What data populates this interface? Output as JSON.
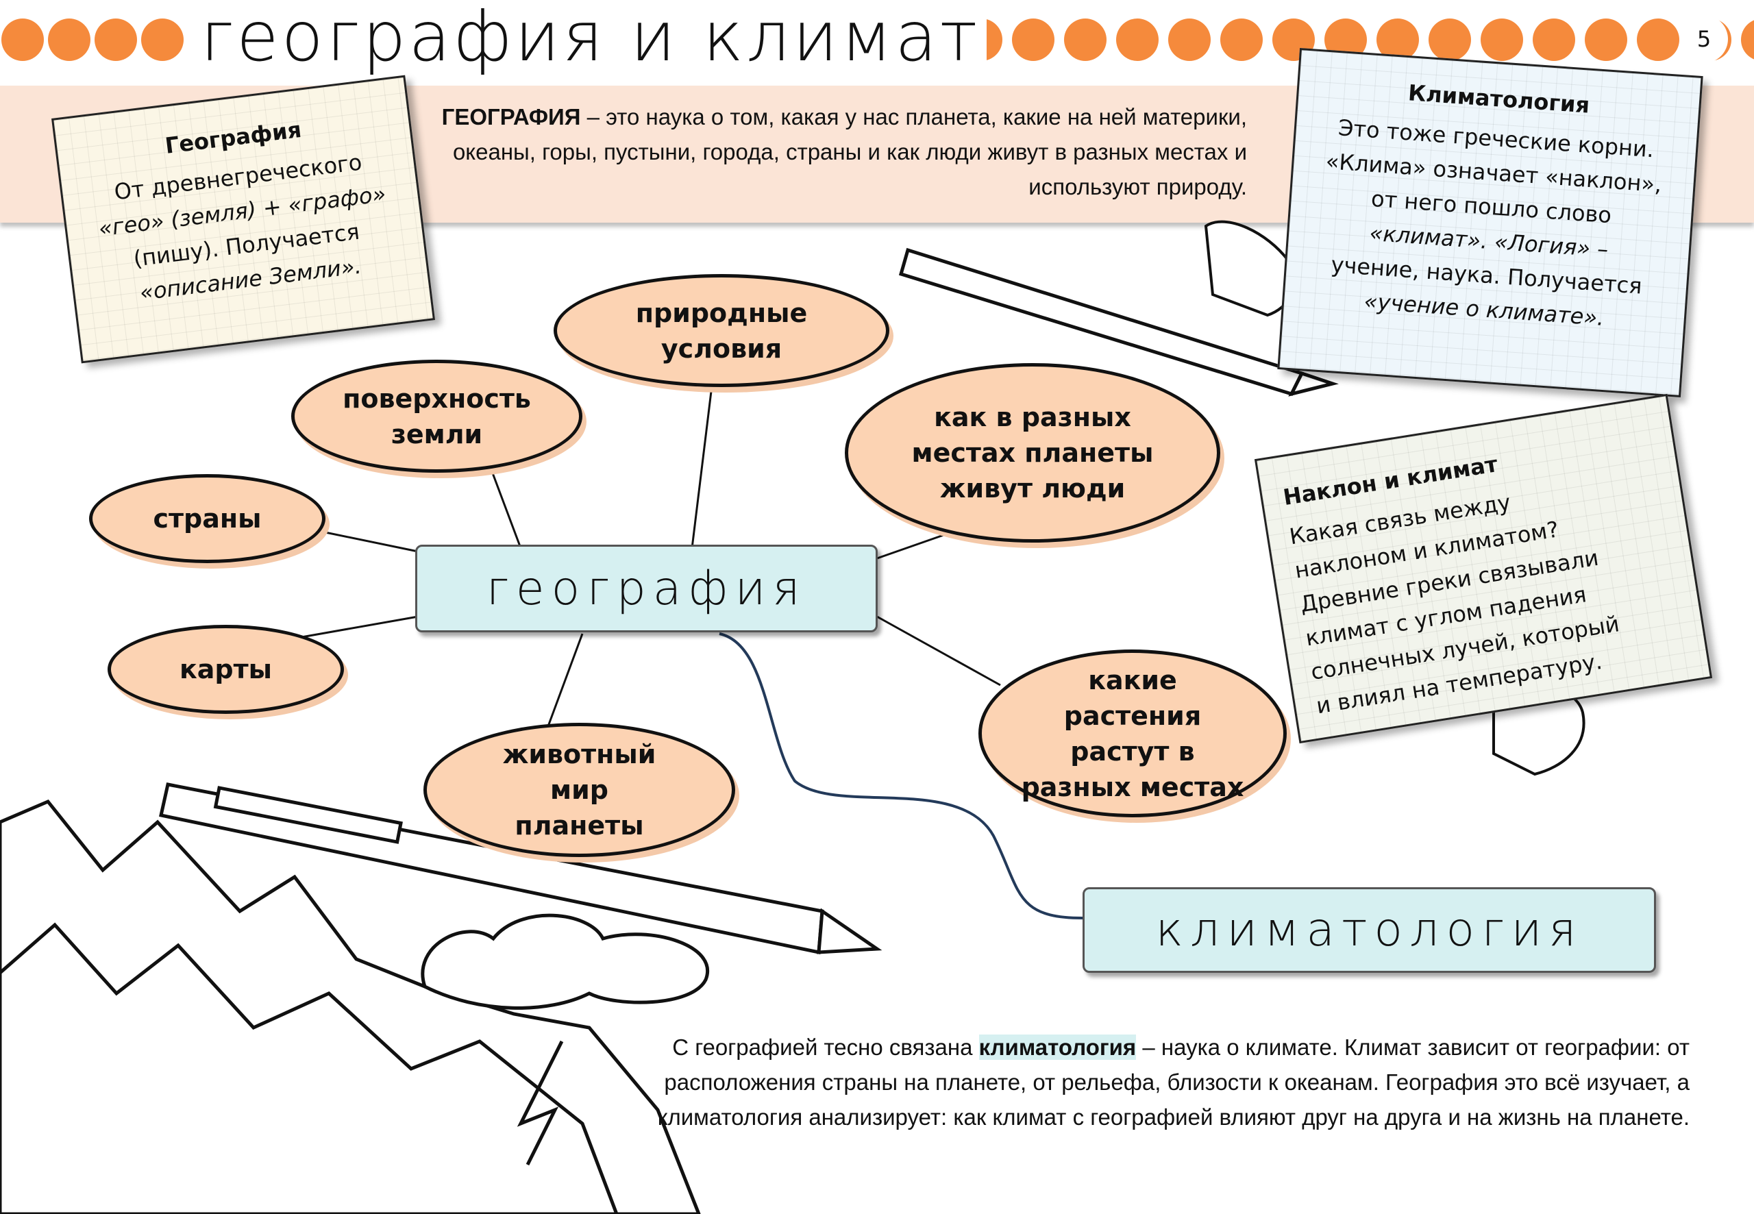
{
  "header": {
    "title": "география и климат",
    "page_number": "5"
  },
  "intro": {
    "term": "ГЕОГРАФИЯ",
    "text": " – это наука о том, какая у нас планета, какие на ней материки, океаны, горы, пустыни, города, страны и как люди живут в разных местах и используют природу."
  },
  "geo_card": {
    "title": "География",
    "lines": [
      "От древнегреческого",
      "«гео» (земля) + «графо»",
      "(пишу). Получается",
      "«описание Земли»."
    ]
  },
  "clim_card": {
    "title": "Климатология",
    "lines": [
      "Это тоже греческие корни.",
      "«Клима» означает «наклон»,",
      "от него пошло слово",
      "«климат». «Логия» –",
      "учение, наука. Получается",
      "«учение о климате»."
    ]
  },
  "tilt_card": {
    "title": "Наклон и климат",
    "lines": [
      "Какая связь между",
      "наклоном и климатом?",
      "Древние греки связывали",
      "климат с углом падения",
      "солнечных лучей, который",
      "и влиял на температуру."
    ]
  },
  "mindmap": {
    "center": "география",
    "nodes": [
      "природные условия",
      "поверхность земли",
      "страны",
      "карты",
      "животный мир планеты",
      "как в разных местах планеты живут люди",
      "какие растения растут в разных местах"
    ],
    "linked": "климатология"
  },
  "bottom": {
    "pre": "С географией тесно связана ",
    "term": "климатология",
    "post": " – наука о климате. Климат зависит от географии: от расположения страны на планете, от рельефа, близости к океанам. География это всё изучает, а климатология анализирует: как климат с географией влияют друг на друга и на жизнь на планете."
  },
  "colors": {
    "accent": "#f58a3c",
    "band": "#fbe4d6",
    "oval": "#fcd3b3",
    "node": "#d6f0f1"
  }
}
